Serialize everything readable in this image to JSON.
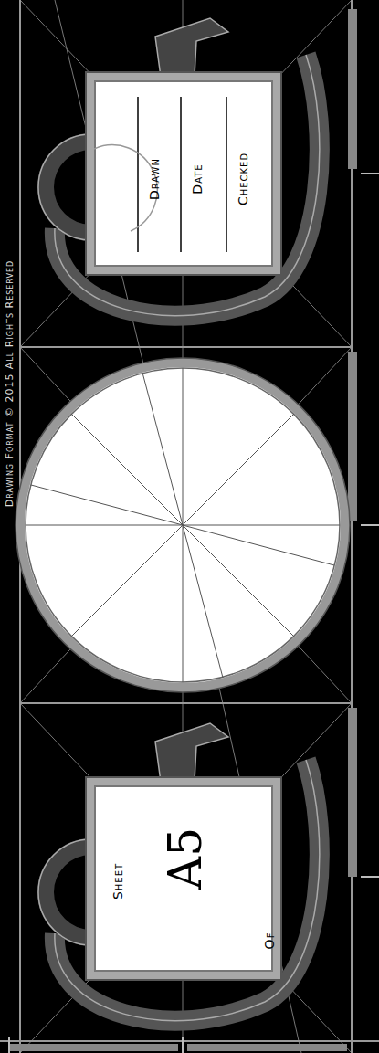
{
  "diagram": {
    "nodes": [
      {
        "text": [
          "Drawn",
          "Date",
          "Checked"
        ]
      },
      {
        "text": [
          "Sheet",
          "A5",
          "Of"
        ]
      }
    ],
    "labels": [
      "Drawing Format © 2015 All Rights Reserved"
    ]
  }
}
